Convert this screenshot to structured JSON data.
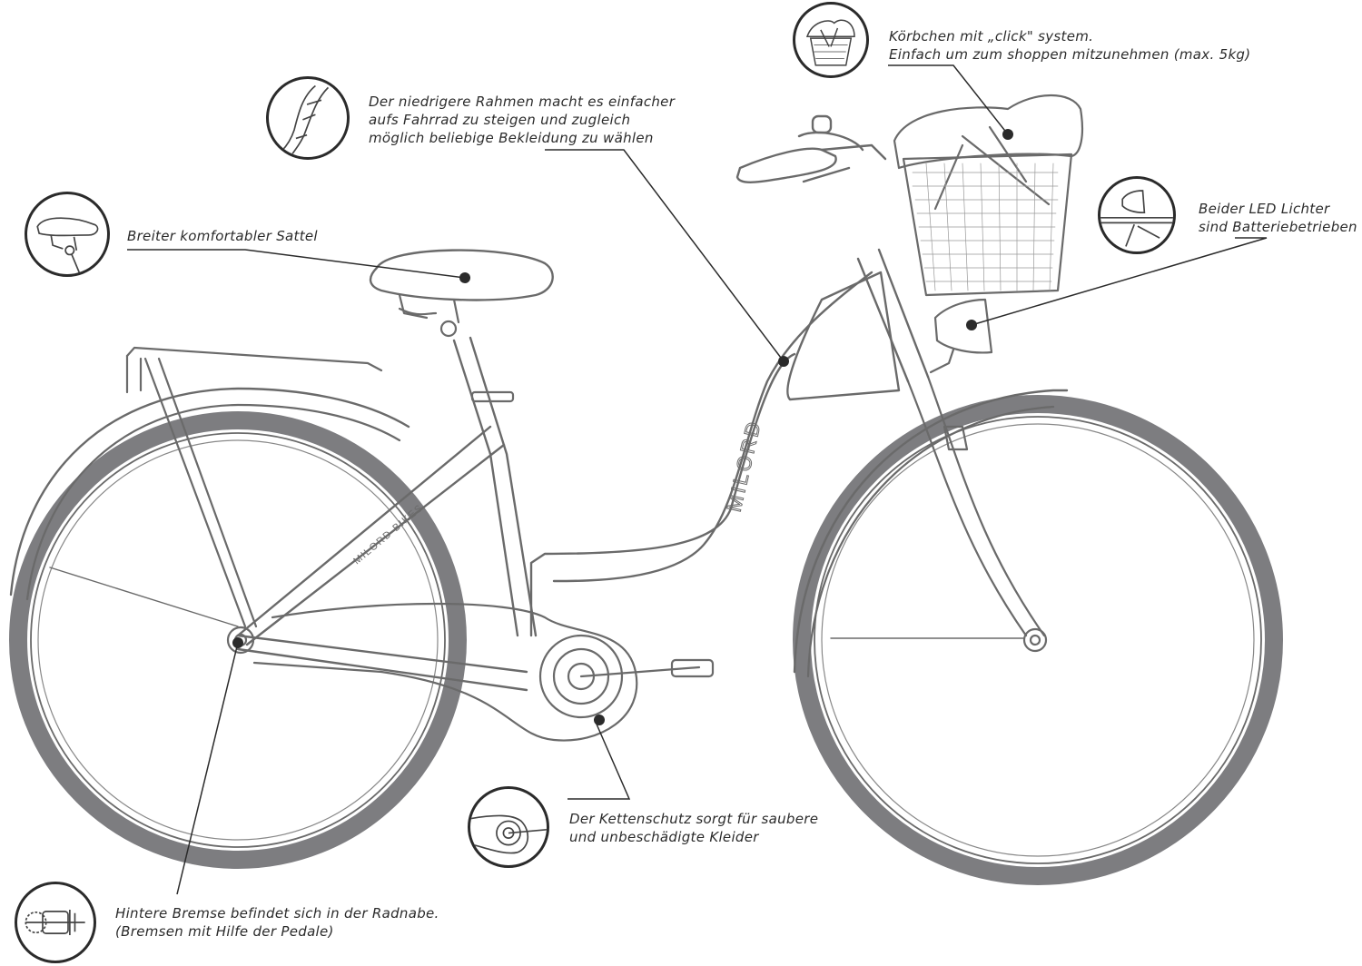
{
  "bike": {
    "brand_top_tube": "MILORD",
    "brand_down_tube": "MILORD BIKES"
  },
  "callouts": {
    "basket": {
      "lines": [
        "Körbchen mit „click\" system.",
        "Einfach um zum shoppen mitzunehmen (max. 5kg)"
      ],
      "icon": "basket-icon"
    },
    "frame": {
      "lines": [
        "Der niedrigere Rahmen macht es einfacher",
        "aufs Fahrrad zu steigen und zugleich",
        "möglich beliebige Bekleidung zu wählen"
      ],
      "icon": "frame-icon"
    },
    "saddle": {
      "lines": [
        "Breiter komfortabler Sattel"
      ],
      "icon": "saddle-icon"
    },
    "lights": {
      "lines": [
        "Beider LED Lichter",
        "sind Batteriebetrieben"
      ],
      "icon": "lamp-icon"
    },
    "chainguard": {
      "lines": [
        "Der Kettenschutz sorgt für saubere",
        "und unbeschädigte Kleider"
      ],
      "icon": "chainguard-icon"
    },
    "rear_brake": {
      "lines": [
        "Hintere Bremse befindet sich in der Radnabe.",
        "(Bremsen mit Hilfe der Pedale)"
      ],
      "icon": "hub-icon"
    }
  },
  "colors": {
    "tire": "#7d7d80",
    "outline": "#5a5a5a",
    "text": "#2b2b2b"
  }
}
